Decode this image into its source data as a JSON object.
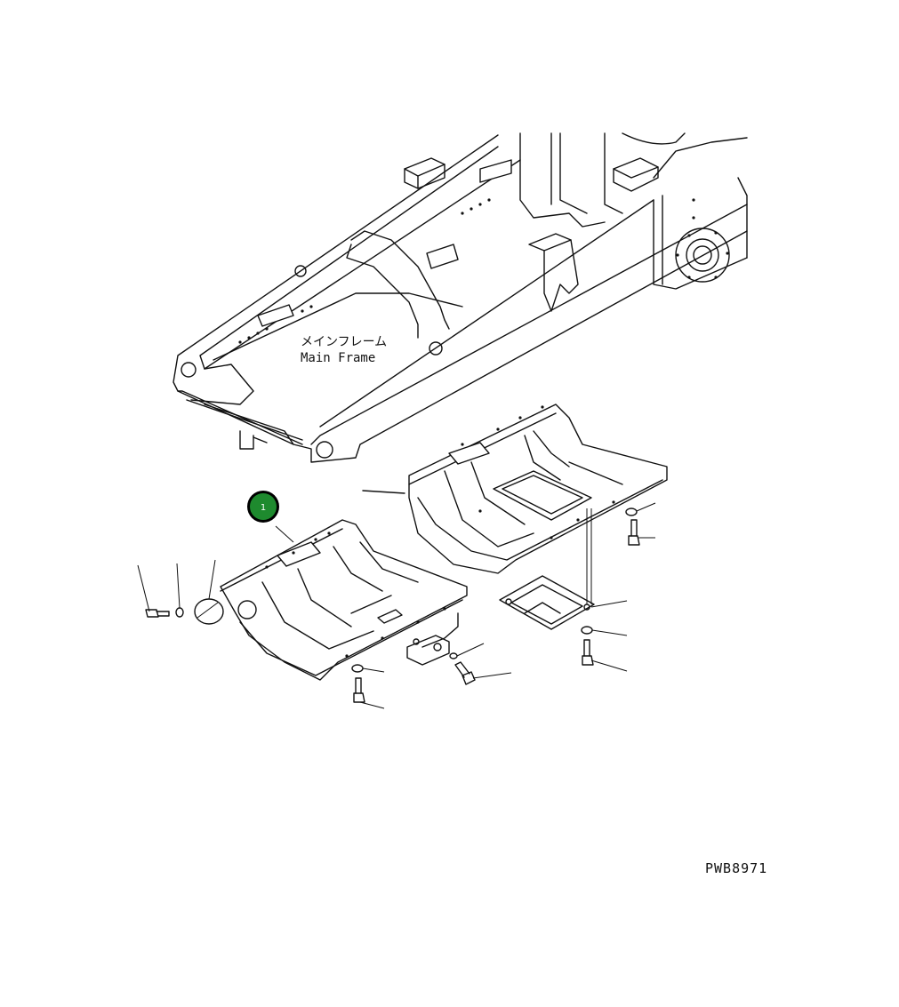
{
  "diagram": {
    "labels": {
      "main_frame_jp": "メインフレーム",
      "main_frame_en": "Main Frame",
      "drawing_code": "PWB8971"
    },
    "callouts": [
      {
        "number": "1",
        "color": "#1e8a2e"
      }
    ],
    "colors": {
      "line": "#111111",
      "background": "#ffffff",
      "callout_fill": "#1e8a2e",
      "callout_ring": "#000000"
    },
    "icons": [
      "bolt-icon",
      "washer-icon",
      "cover-plate-icon"
    ]
  }
}
